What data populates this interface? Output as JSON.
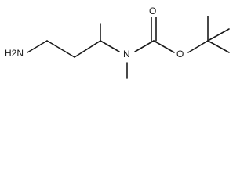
{
  "molecule": {
    "atoms": {
      "amine": "H2N",
      "carbonyl_oxygen": "O",
      "ester_oxygen": "O",
      "nitrogen": "N"
    }
  }
}
